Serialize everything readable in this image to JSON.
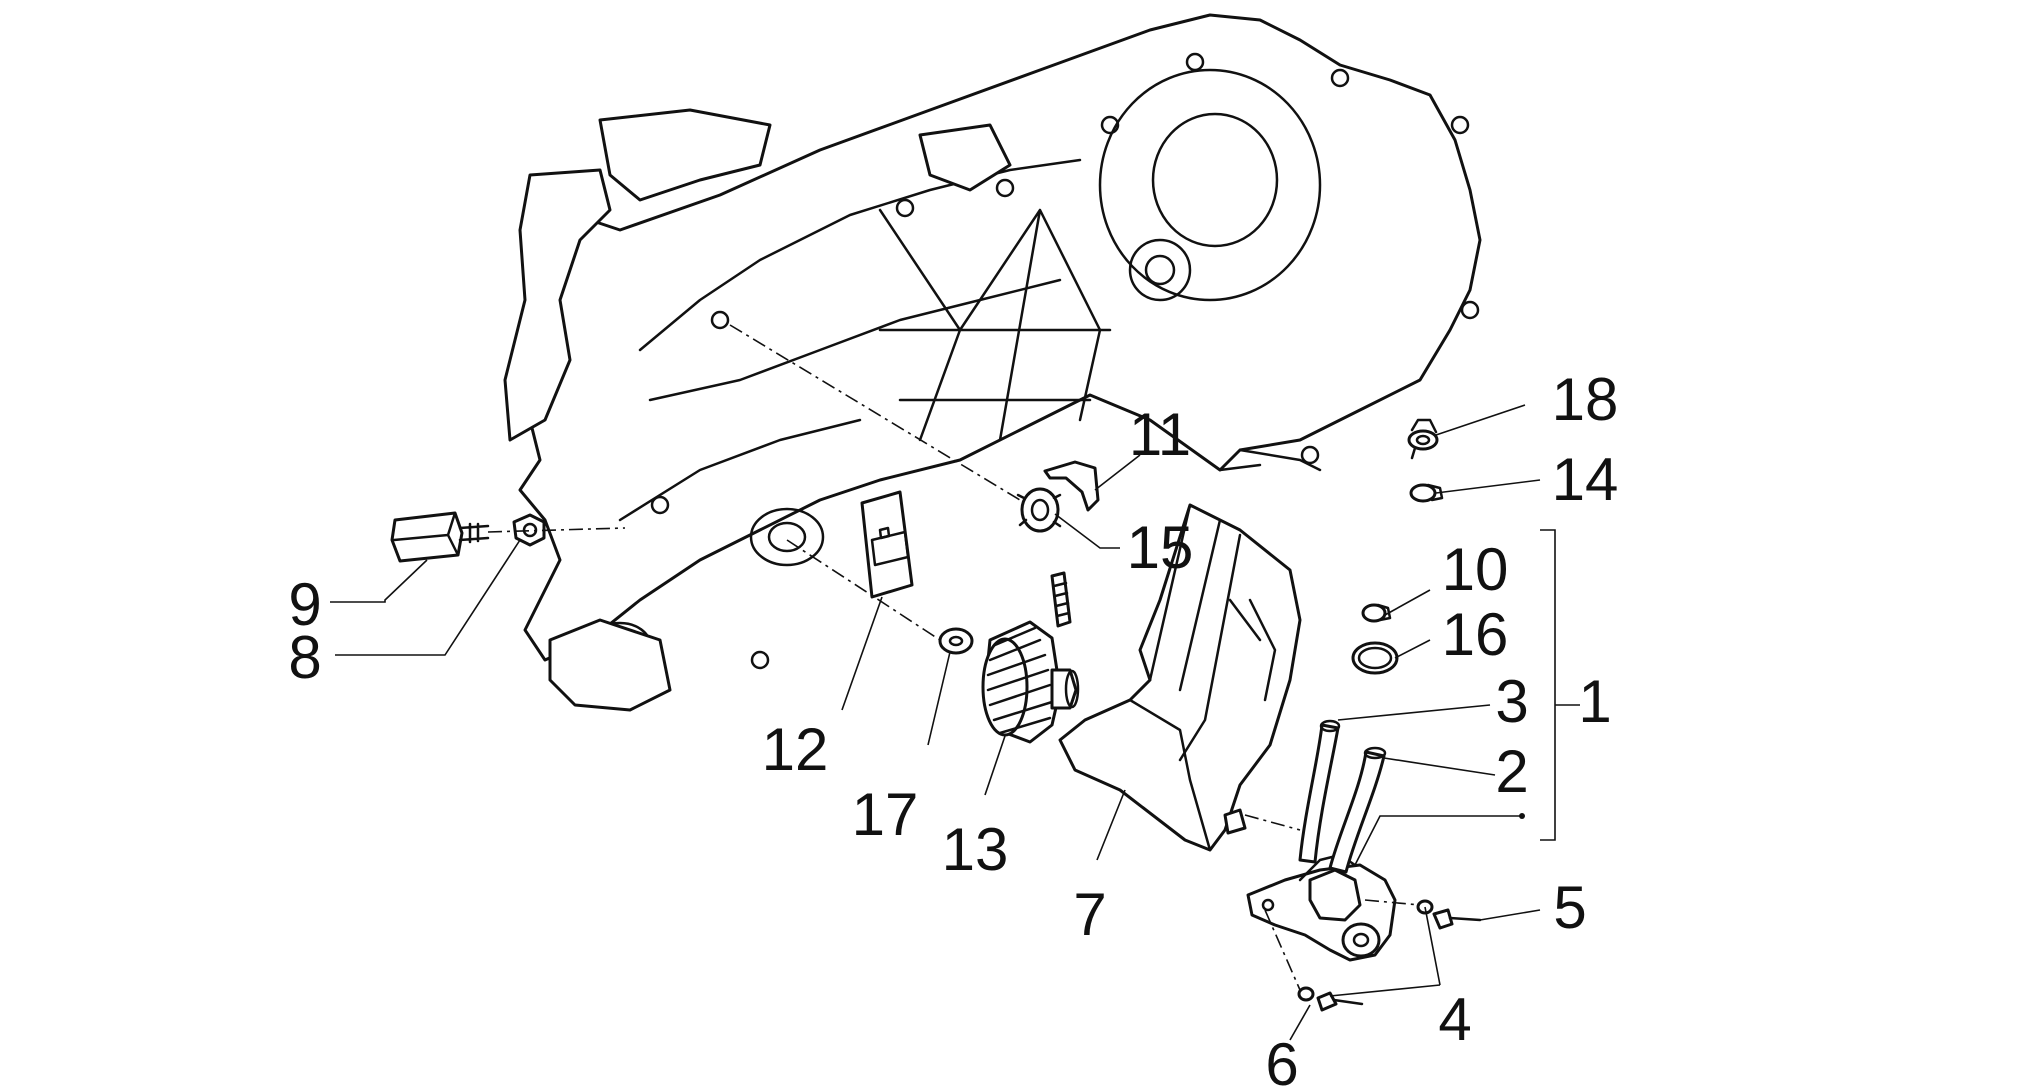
{
  "diagram": {
    "callouts": [
      "1",
      "2",
      "3",
      "4",
      "5",
      "6",
      "7",
      "8",
      "9",
      "10",
      "11",
      "12",
      "13",
      "14",
      "15",
      "16",
      "17",
      "18"
    ]
  },
  "colors": {
    "ink": "#111111",
    "background": "#ffffff"
  }
}
